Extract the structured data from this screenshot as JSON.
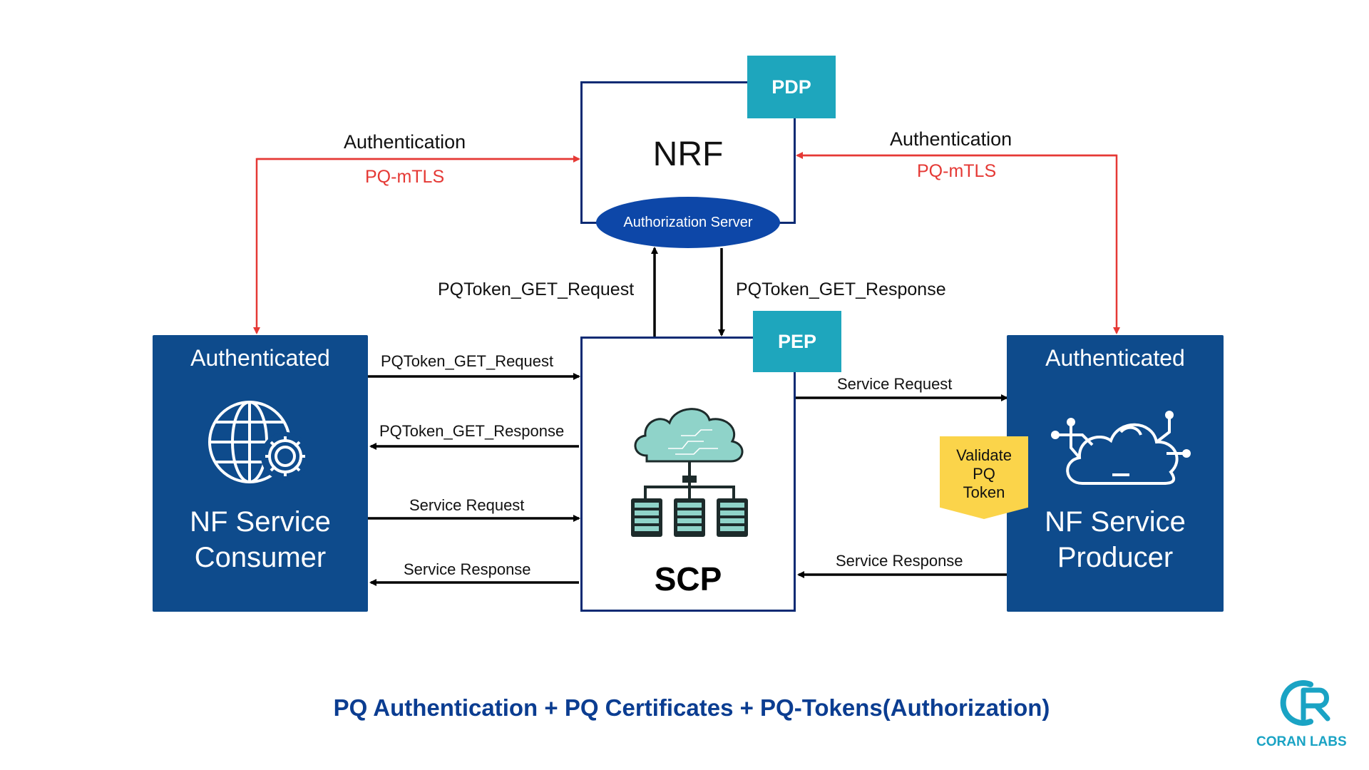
{
  "nrf": {
    "title": "NRF",
    "pdp_label": "PDP",
    "auth_server_label": "Authorization Server"
  },
  "scp": {
    "title": "SCP",
    "pep_label": "PEP"
  },
  "consumer": {
    "status": "Authenticated",
    "title_line1": "NF Service",
    "title_line2": "Consumer"
  },
  "producer": {
    "status": "Authenticated",
    "title_line1": "NF Service",
    "title_line2": "Producer",
    "validate_line1": "Validate",
    "validate_line2": "PQ",
    "validate_line3": "Token"
  },
  "links": {
    "left_auth_label": "Authentication",
    "left_auth_protocol": "PQ-mTLS",
    "right_auth_label": "Authentication",
    "right_auth_protocol": "PQ-mTLS",
    "scp_to_nrf_request": "PQToken_GET_Request",
    "nrf_to_scp_response": "PQToken_GET_Response",
    "consumer_to_scp_token_request": "PQToken_GET_Request",
    "scp_to_consumer_token_response": "PQToken_GET_Response",
    "consumer_to_scp_service_request": "Service Request",
    "scp_to_consumer_service_response": "Service Response",
    "scp_to_producer_service_request": "Service Request",
    "producer_to_scp_service_response": "Service Response"
  },
  "caption": "PQ Authentication + PQ Certificates + PQ-Tokens(Authorization)",
  "logo": {
    "text": "CORAN LABS"
  },
  "colors": {
    "navy": "#0e4b8c",
    "teal": "#1ea6bd",
    "red_link": "#e53935",
    "yellow_tag": "#fbd44a",
    "caption": "#0b3d91",
    "logo": "#1aa3c4"
  }
}
